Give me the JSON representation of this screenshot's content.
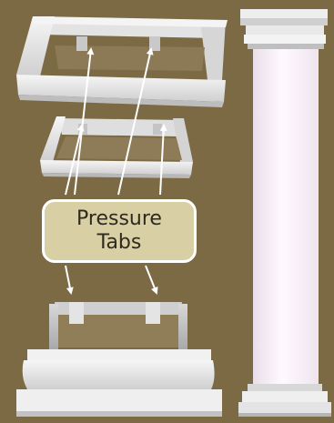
{
  "callout": {
    "line1": "Pressure",
    "line2": "Tabs"
  },
  "colors": {
    "background": "#7b6a44",
    "callout_fill": "#d9cfa5",
    "callout_border": "#ffffff",
    "arrow": "#ffffff",
    "pvc_light": "#f2f2f2",
    "pvc_shadow": "#b9b9b9",
    "column_shaft": "#f7eef6"
  },
  "icons": [
    "arrow-icon",
    "cap-piece-image",
    "base-piece-image",
    "column-image"
  ]
}
